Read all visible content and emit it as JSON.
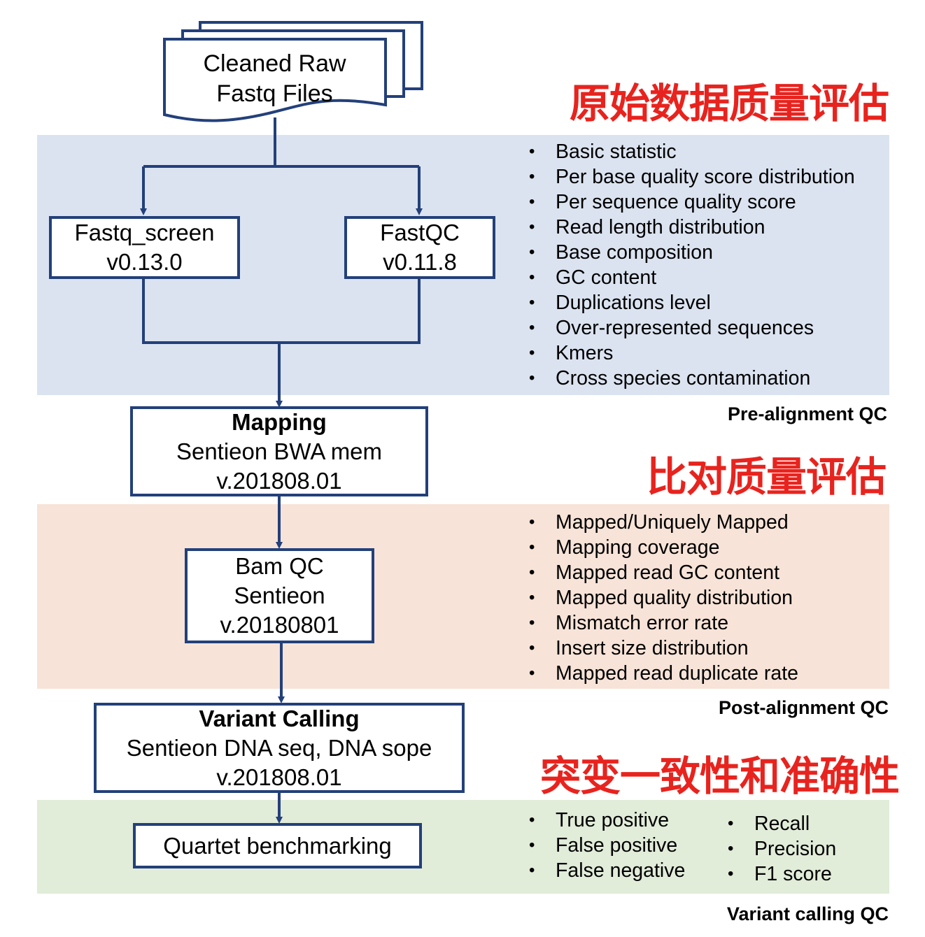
{
  "input_files": {
    "line1": "Cleaned Raw",
    "line2": "Fastq Files"
  },
  "pre_alignment": {
    "heading_cn": "原始数据质量评估",
    "section_label": "Pre-alignment QC",
    "tools": [
      {
        "name": "Fastq_screen",
        "version": "v0.13.0"
      },
      {
        "name": "FastQC",
        "version": "v0.11.8"
      }
    ],
    "metrics": [
      "Basic statistic",
      "Per base quality score distribution",
      "Per sequence quality score",
      "Read length distribution",
      "Base composition",
      "GC content",
      "Duplications level",
      "Over-represented sequences",
      "Kmers",
      "Cross species contamination"
    ]
  },
  "mapping": {
    "title": "Mapping",
    "tool": "Sentieon BWA mem",
    "version": "v.201808.01"
  },
  "post_alignment": {
    "heading_cn": "比对质量评估",
    "section_label": "Post-alignment QC",
    "tool": {
      "line1": "Bam QC",
      "line2": "Sentieon",
      "line3": "v.20180801"
    },
    "metrics": [
      "Mapped/Uniquely Mapped",
      "Mapping coverage",
      "Mapped read GC content",
      "Mapped quality distribution",
      "Mismatch error rate",
      "Insert size distribution",
      "Mapped read duplicate rate"
    ]
  },
  "variant_calling": {
    "title": "Variant Calling",
    "tool": "Sentieon DNA seq, DNA sope",
    "version": "v.201808.01",
    "heading_cn": "突变一致性和准确性",
    "section_label": "Variant calling QC",
    "benchmark": "Quartet benchmarking",
    "metrics_left": [
      "True positive",
      "False positive",
      "False negative"
    ],
    "metrics_right": [
      "Recall",
      "Precision",
      "F1 score"
    ]
  },
  "colors": {
    "box_border": "#23407a",
    "heading_cn": "#e8231e",
    "band_pre": "#dbe3f0",
    "band_post": "#f7e3d7",
    "band_variant": "#e1ecd9"
  }
}
